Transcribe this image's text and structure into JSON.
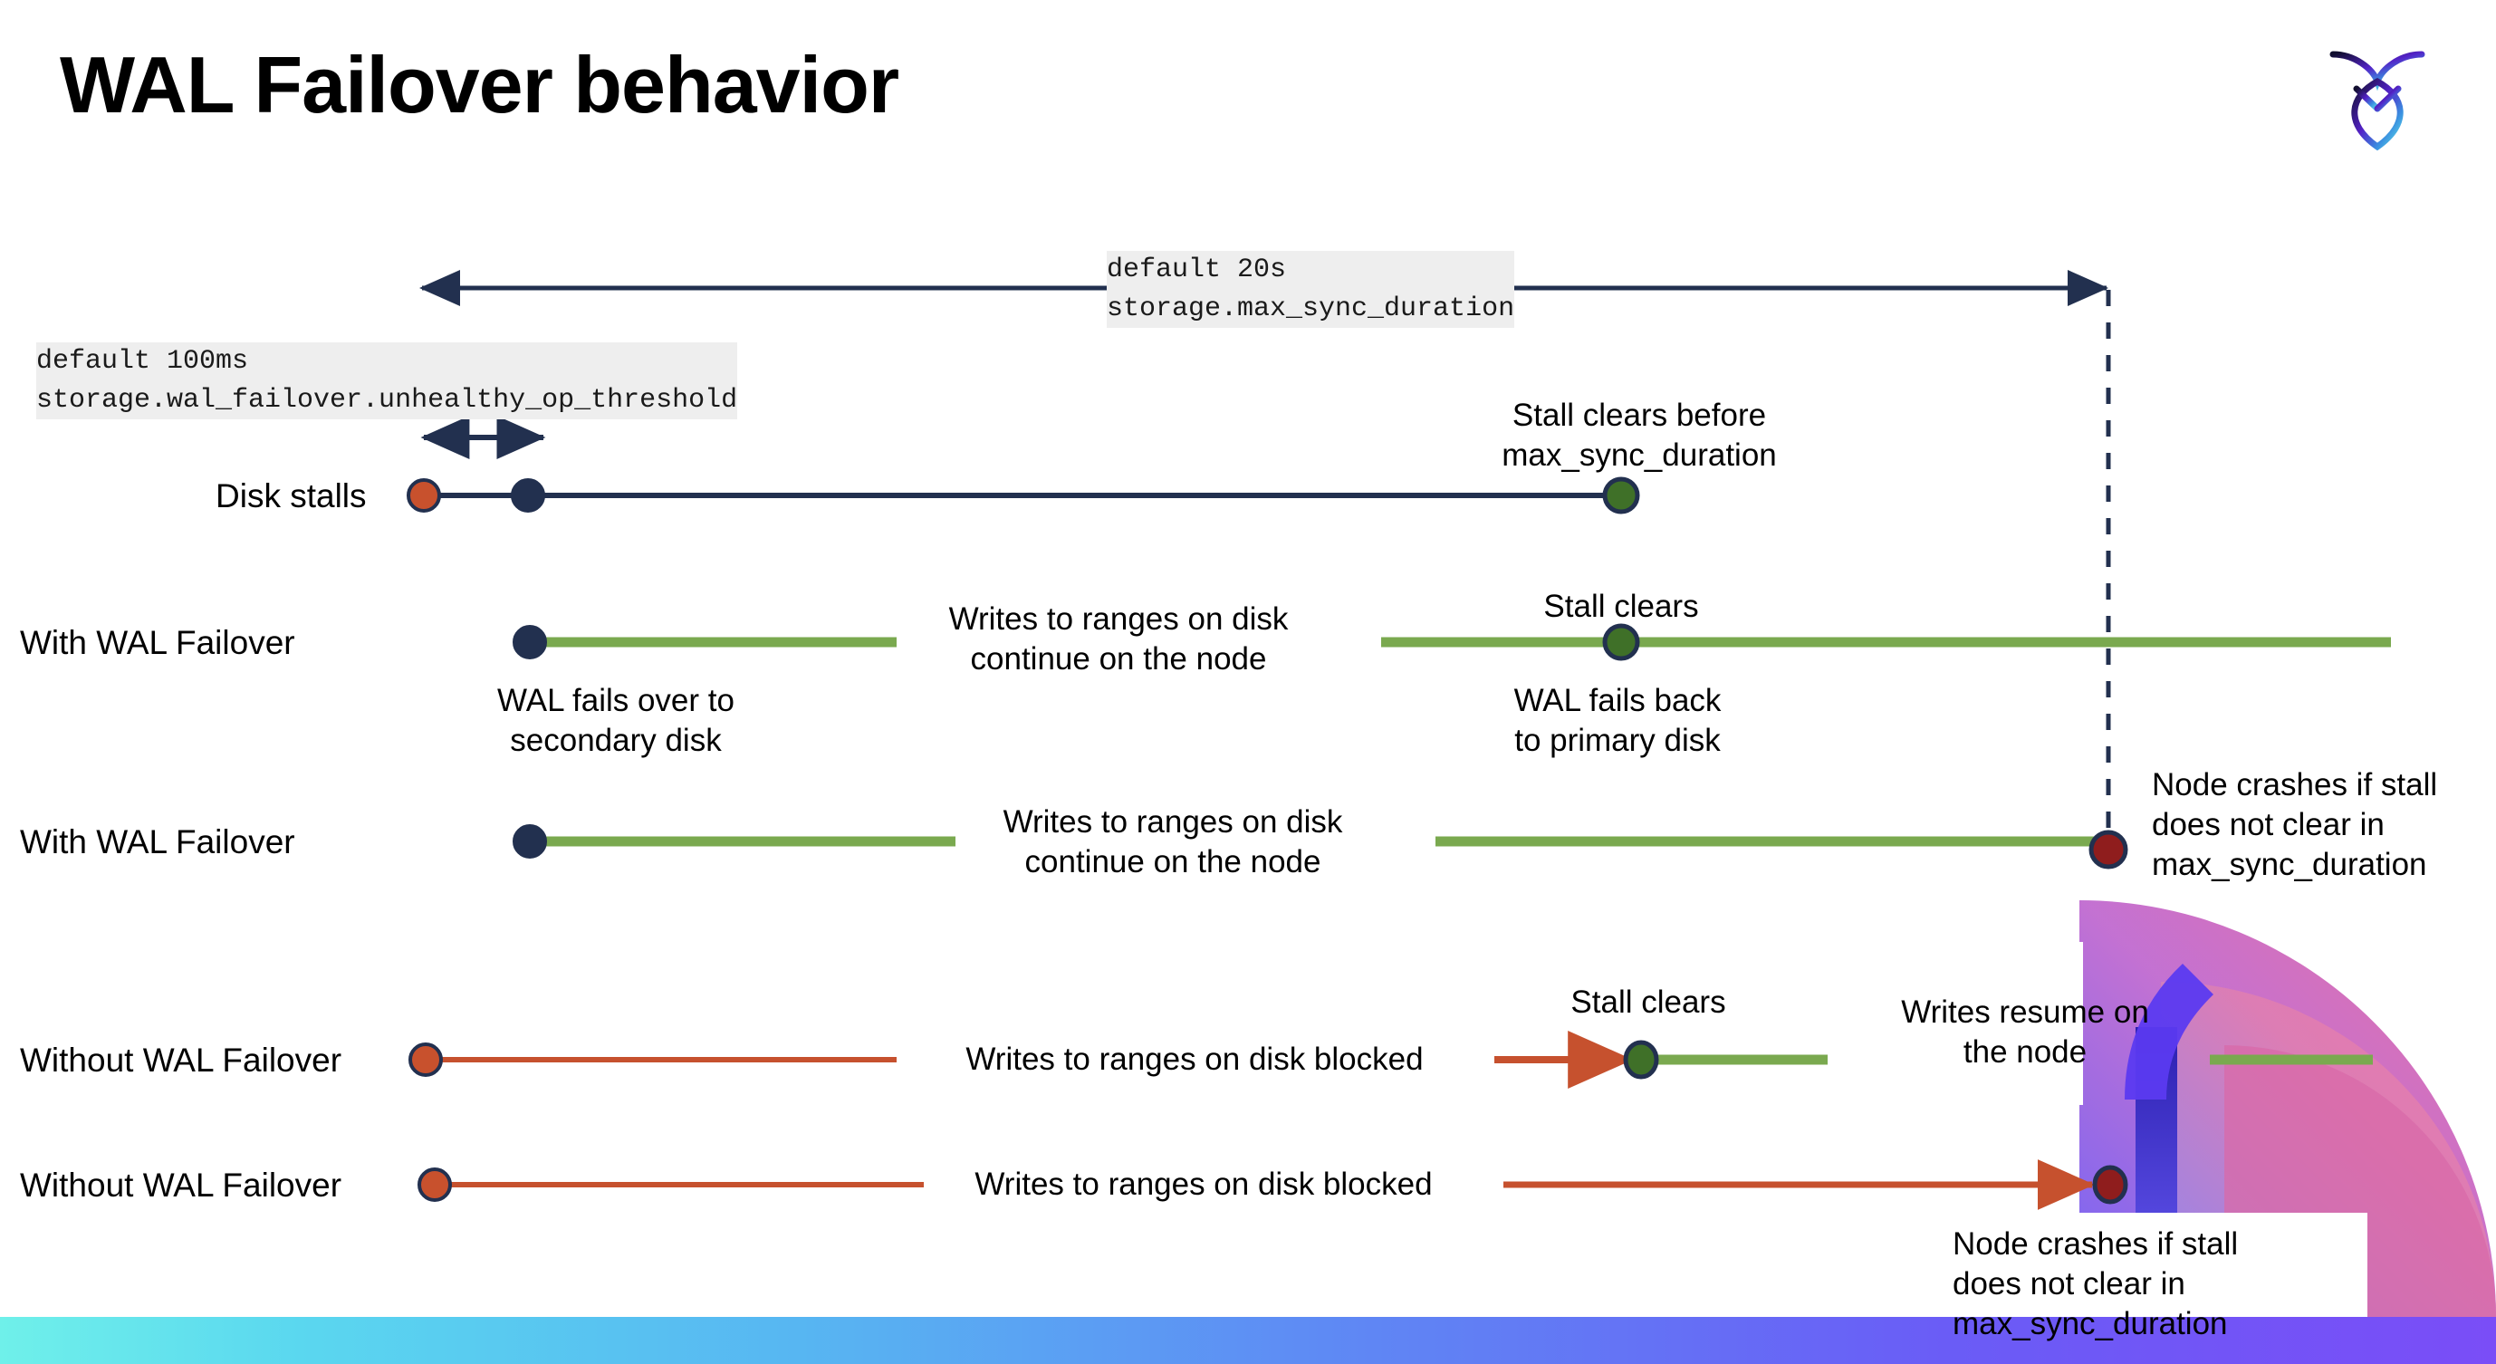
{
  "slide": {
    "title": "WAL Failover behavior",
    "logo_name": "cockroachdb-logo"
  },
  "annotations": {
    "max_sync": {
      "line1": "default 20s",
      "line2": "storage.max_sync_duration"
    },
    "unhealthy": {
      "line1": "default 100ms",
      "line2": "storage.wal_failover.unhealthy_op_threshold"
    }
  },
  "rows": [
    {
      "label": "Disk stalls",
      "id": "disk-stalls"
    },
    {
      "label": "With WAL Failover",
      "id": "with-wal-failover-1"
    },
    {
      "label": "With WAL Failover",
      "id": "with-wal-failover-2"
    },
    {
      "label": "Without WAL Failover",
      "id": "without-wal-failover-1"
    },
    {
      "label": "Without WAL Failover",
      "id": "without-wal-failover-2"
    }
  ],
  "callouts": {
    "stall_clears_before": "Stall clears before\nmax_sync_duration",
    "stall_clears_before_l1": "Stall clears before",
    "stall_clears_before_l2": "max_sync_duration",
    "stall_clears": "Stall clears",
    "writes_continue_l1": "Writes to ranges on disk",
    "writes_continue_l2": "continue on the node",
    "wal_fails_over_l1": "WAL fails over to",
    "wal_fails_over_l2": "secondary disk",
    "wal_fails_back_l1": "WAL fails  back",
    "wal_fails_back_l2": "to primary disk",
    "node_crashes_l1": "Node crashes if stall",
    "node_crashes_l2": "does not clear in",
    "node_crashes_l3": "max_sync_duration",
    "writes_blocked": "Writes to ranges on disk  blocked",
    "writes_resume_l1": "Writes resume on",
    "writes_resume_l2": "the node"
  },
  "colors": {
    "navy": "#22304f",
    "orange": "#c6512e",
    "green_line": "#7aa94f",
    "green_dot": "#3f7028",
    "dark_red": "#8f1d1d",
    "orange_dot": "#c8512d",
    "chip_bg": "#eeeeee",
    "gradient_start": "#6ff0ea",
    "gradient_end": "#7a4df7"
  }
}
